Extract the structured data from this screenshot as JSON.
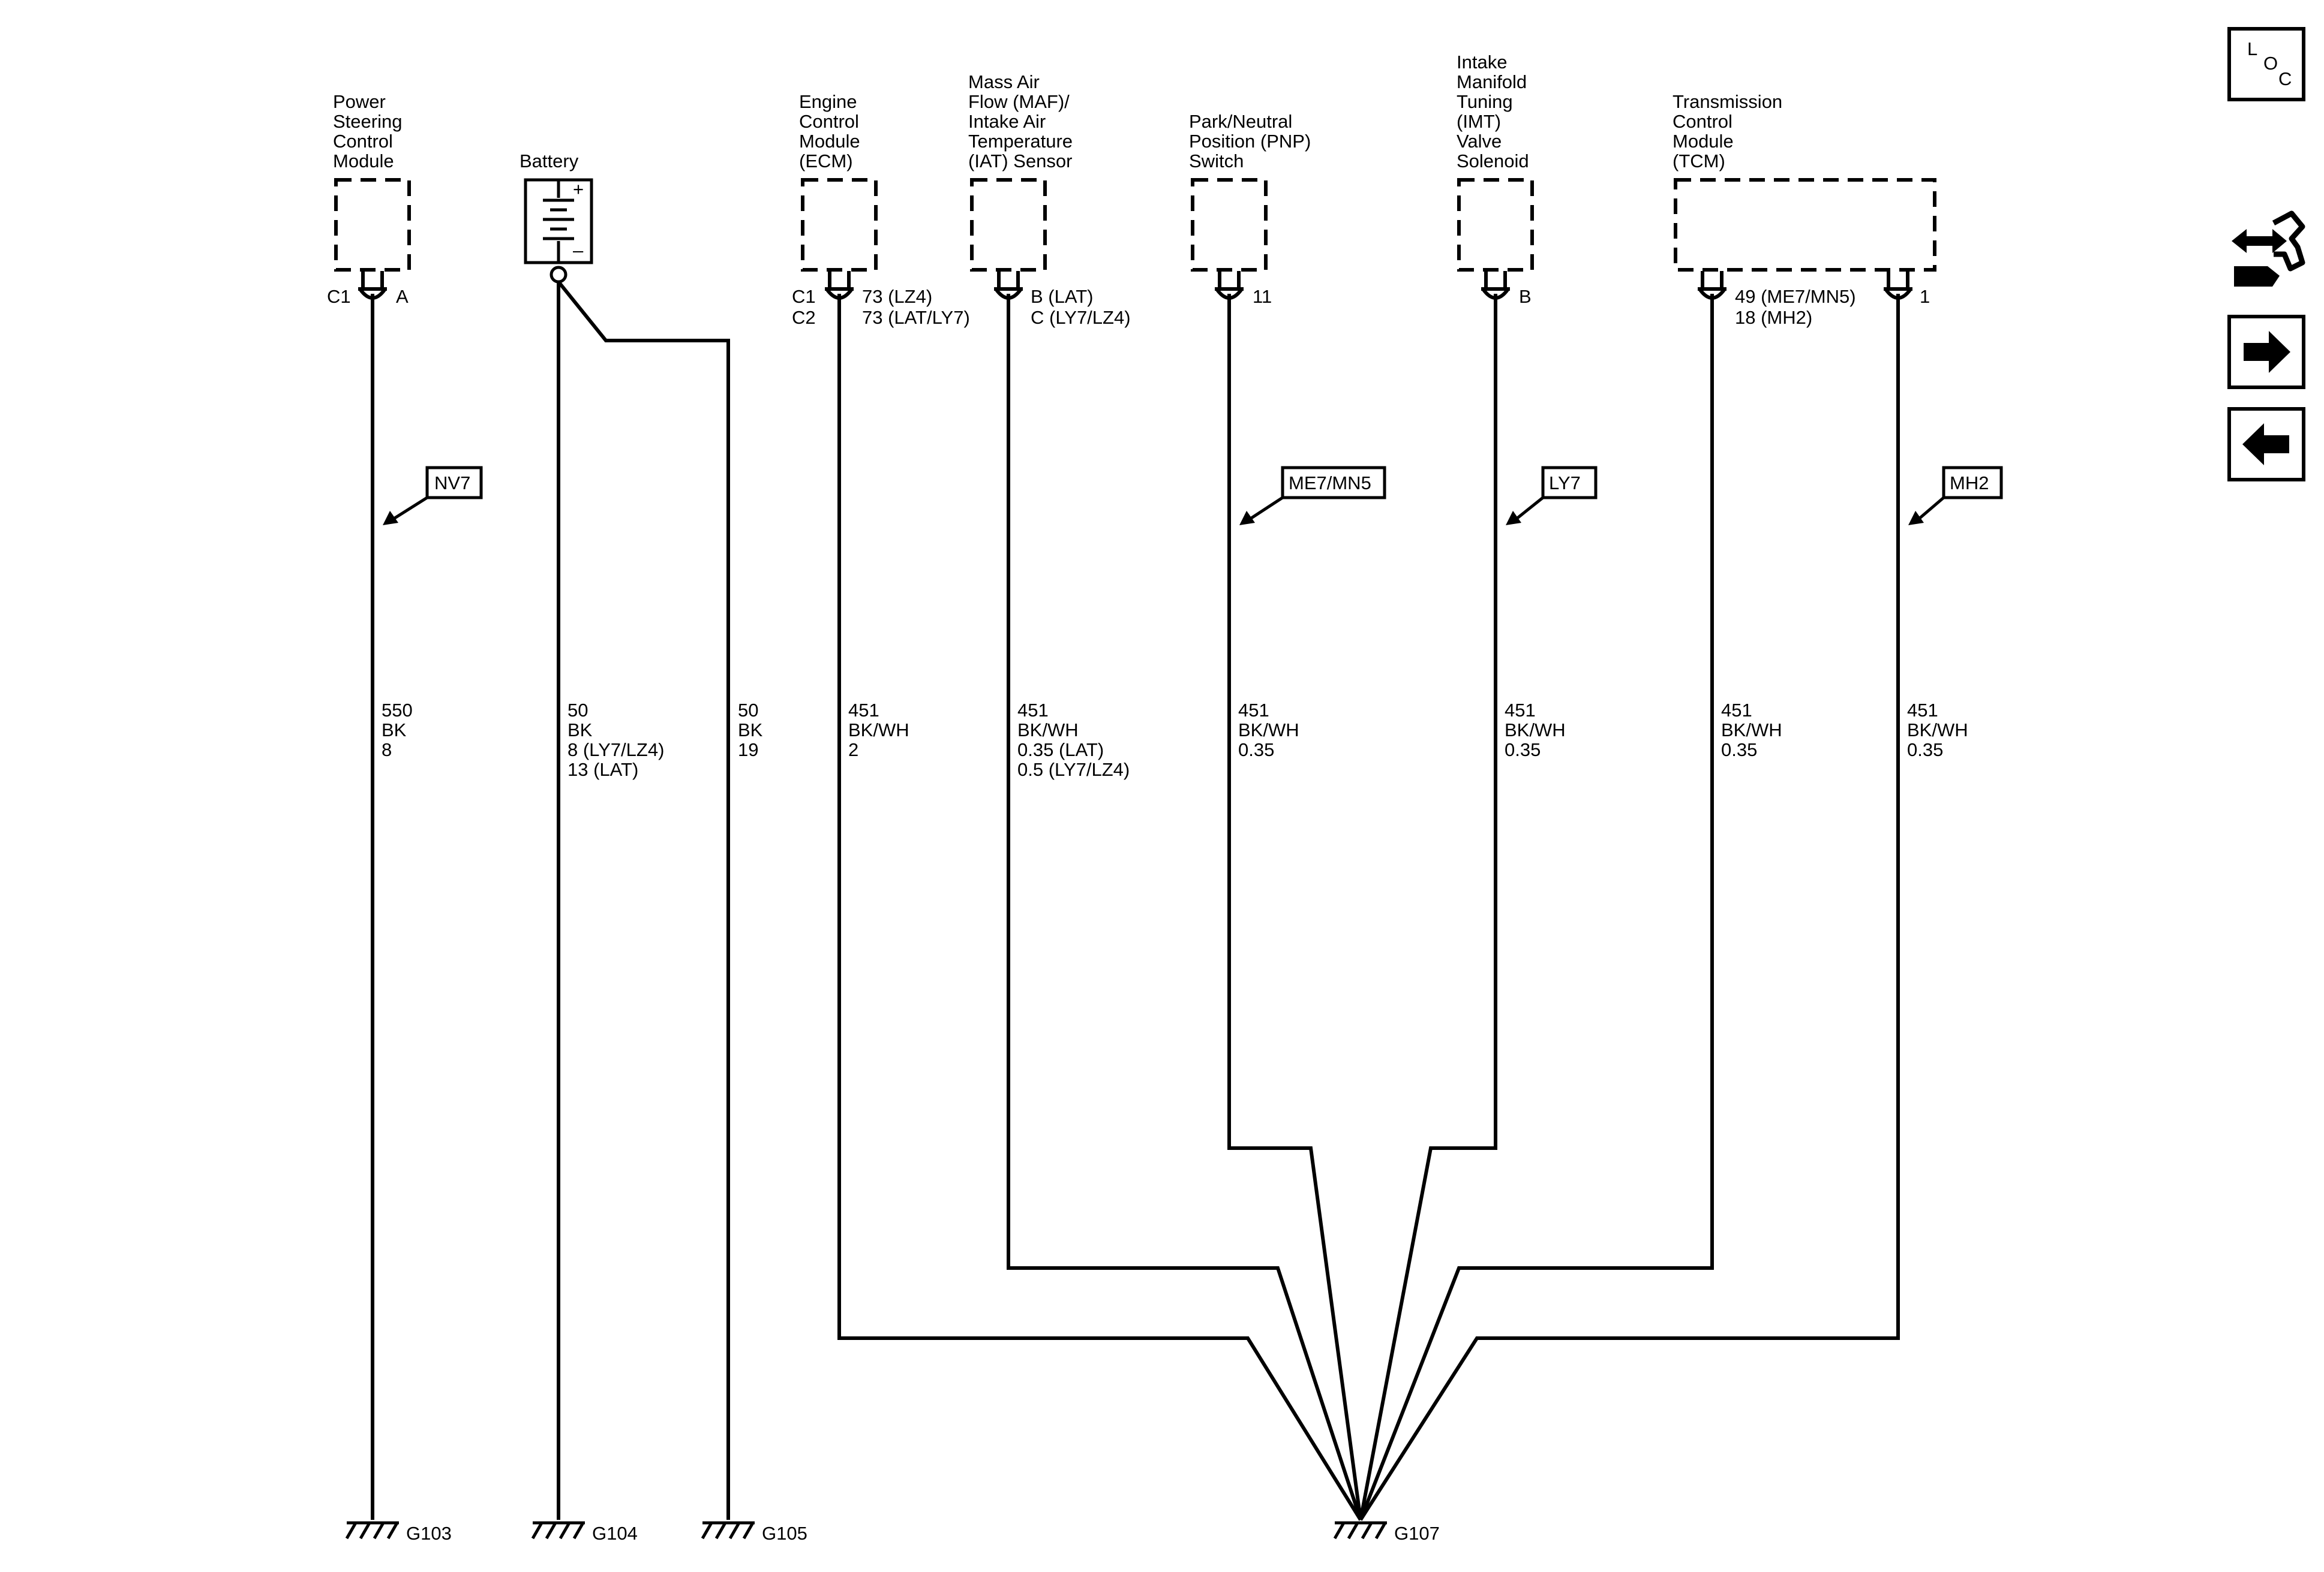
{
  "components": [
    {
      "id": "psc",
      "name_lines": [
        "Power",
        "Steering",
        "Control",
        "Module"
      ],
      "pins_left": [
        "C1"
      ],
      "pins_right": [
        "A"
      ]
    },
    {
      "id": "battery",
      "name_lines": [
        "Battery"
      ],
      "terminal_plus": "+",
      "terminal_minus": "–"
    },
    {
      "id": "ecm",
      "name_lines": [
        "Engine",
        "Control",
        "Module",
        "(ECM)"
      ],
      "pins_left": [
        "C1",
        "C2"
      ],
      "pins_right": [
        "73 (LZ4)",
        "73 (LAT/LY7)"
      ]
    },
    {
      "id": "maf",
      "name_lines": [
        "Mass Air",
        "Flow (MAF)/",
        "Intake Air",
        "Temperature",
        "(IAT) Sensor"
      ],
      "pins_right": [
        "B (LAT)",
        "C (LY7/LZ4)"
      ]
    },
    {
      "id": "pnp",
      "name_lines": [
        "Park/Neutral",
        "Position (PNP)",
        "Switch"
      ],
      "pins_right": [
        "11"
      ]
    },
    {
      "id": "imt",
      "name_lines": [
        "Intake",
        "Manifold",
        "Tuning",
        "(IMT)",
        "Valve",
        "Solenoid"
      ],
      "pins_right": [
        "B"
      ]
    },
    {
      "id": "tcm",
      "name_lines": [
        "Transmission",
        "Control",
        "Module",
        "(TCM)"
      ],
      "pins_right": [
        "49 (ME7/MN5)",
        "18 (MH2)"
      ],
      "pins_right_b": [
        "1"
      ]
    }
  ],
  "wires": [
    {
      "id": "w_psc",
      "lines": [
        "550",
        "BK",
        "8"
      ]
    },
    {
      "id": "w_bat1",
      "lines": [
        "50",
        "BK",
        "8 (LY7/LZ4)",
        "13 (LAT)"
      ]
    },
    {
      "id": "w_bat2",
      "lines": [
        "50",
        "BK",
        "19"
      ]
    },
    {
      "id": "w_ecm",
      "lines": [
        "451",
        "BK/WH",
        "2"
      ]
    },
    {
      "id": "w_maf",
      "lines": [
        "451",
        "BK/WH",
        "0.35 (LAT)",
        "0.5 (LY7/LZ4)"
      ]
    },
    {
      "id": "w_pnp",
      "lines": [
        "451",
        "BK/WH",
        "0.35"
      ]
    },
    {
      "id": "w_imt",
      "lines": [
        "451",
        "BK/WH",
        "0.35"
      ]
    },
    {
      "id": "w_tcm1",
      "lines": [
        "451",
        "BK/WH",
        "0.35"
      ]
    },
    {
      "id": "w_tcm2",
      "lines": [
        "451",
        "BK/WH",
        "0.35"
      ]
    }
  ],
  "option_callouts": [
    "NV7",
    "ME7/MN5",
    "LY7",
    "MH2"
  ],
  "grounds": [
    "G103",
    "G104",
    "G105",
    "G107"
  ],
  "nav": {
    "loc_letters": [
      "L",
      "O",
      "C"
    ],
    "loc_icon": "location-icon",
    "connector_icon": "connector-view-icon",
    "next_icon": "arrow-right-icon",
    "prev_icon": "arrow-left-icon"
  }
}
